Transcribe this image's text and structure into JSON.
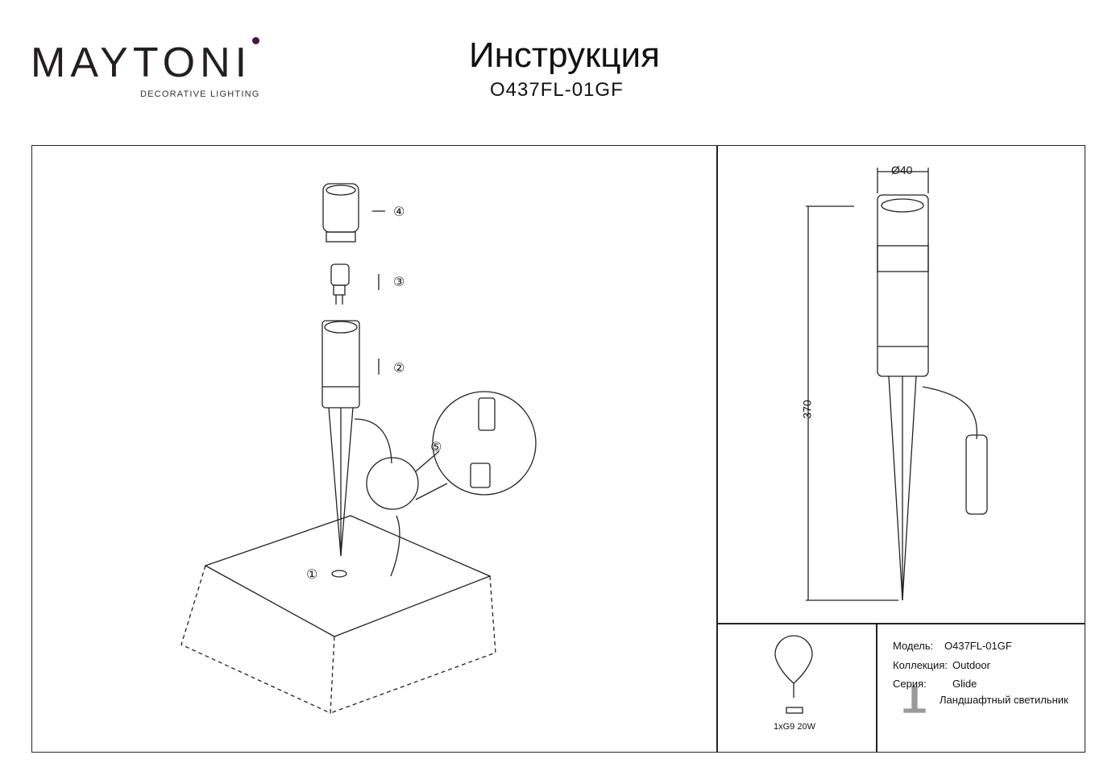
{
  "brand": {
    "name": "MAYTONI",
    "tagline": "DECORATIVE LIGHTING",
    "accent": "#4a1648"
  },
  "header": {
    "title": "Инструкция",
    "model": "O437FL-01GF"
  },
  "assembly": {
    "steps": [
      "①",
      "②",
      "③",
      "④",
      "⑤"
    ]
  },
  "dimensions": {
    "diameter": "Ø40",
    "height": "370"
  },
  "lamp": {
    "spec": "1xG9 20W"
  },
  "specs": {
    "model_label": "Модель:",
    "model_value": "O437FL-01GF",
    "collection_label": "Коллекция:",
    "collection_value": "Outdoor",
    "series_label": "Серия:",
    "series_value": "Glide",
    "type_value": "Ландшафтный светильник"
  }
}
